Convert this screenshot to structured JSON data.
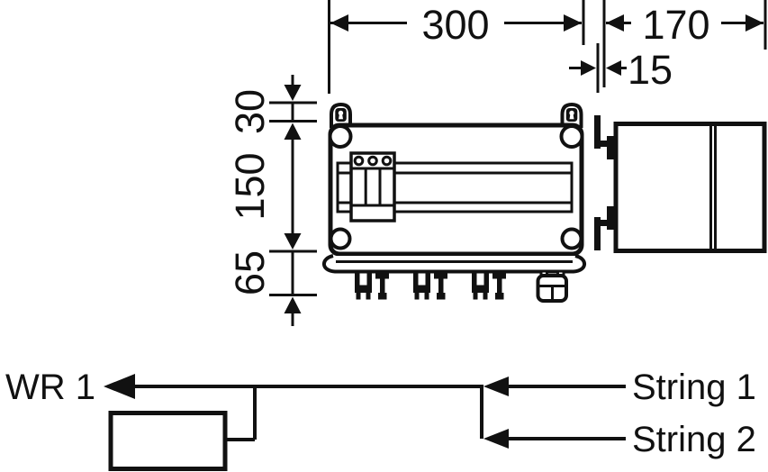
{
  "drawing": {
    "dimensions": {
      "width": "300",
      "rear_offset": "15",
      "depth": "170",
      "mounting_tab_height": "30",
      "body_height": "150",
      "connector_area_height": "65"
    },
    "schematic": {
      "inverter_label": "WR 1",
      "string_1_label": "String 1",
      "string_2_label": "String 2"
    },
    "colors": {
      "ink": "#111111",
      "paper": "#ffffff"
    }
  }
}
